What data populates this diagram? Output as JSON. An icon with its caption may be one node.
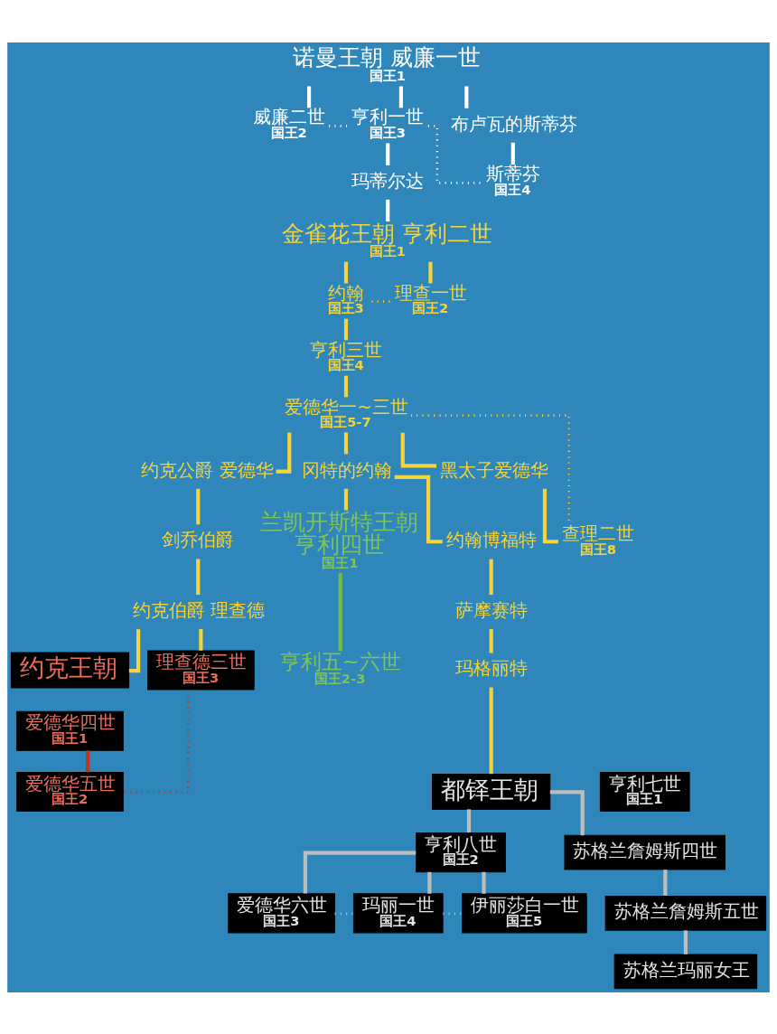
{
  "diagram": {
    "nodes": [
      {
        "text": [
          "诺曼王朝 威廉一世",
          "国王1"
        ]
      },
      {
        "text": [
          "威廉二世",
          "国王2"
        ]
      },
      {
        "text": [
          "亨利一世",
          "国王3"
        ]
      },
      {
        "text": [
          "布卢瓦的斯蒂芬"
        ]
      },
      {
        "text": [
          "玛蒂尔达"
        ]
      },
      {
        "text": [
          "斯蒂芬",
          "国王4"
        ]
      },
      {
        "text": [
          "金雀花王朝 亨利二世",
          "国王1"
        ]
      },
      {
        "text": [
          "约翰",
          "国王3"
        ]
      },
      {
        "text": [
          "理查一世",
          "国王2"
        ]
      },
      {
        "text": [
          "亨利三世",
          "国王4"
        ]
      },
      {
        "text": [
          "爱德华一~三世",
          "国王5-7"
        ]
      },
      {
        "text": [
          "约克公爵 爱德华"
        ]
      },
      {
        "text": [
          "冈特的约翰"
        ]
      },
      {
        "text": [
          "黑太子爱德华"
        ]
      },
      {
        "text": [
          "剑乔伯爵"
        ]
      },
      {
        "text": [
          "兰凯开斯特王朝",
          "亨利四世",
          "国王1"
        ]
      },
      {
        "text": [
          "约翰博福特"
        ]
      },
      {
        "text": [
          "查理二世",
          "国王8"
        ]
      },
      {
        "text": [
          "约克伯爵 理查德"
        ]
      },
      {
        "text": [
          "萨摩赛特"
        ]
      },
      {
        "text": [
          "亨利五~六世",
          "国王2-3"
        ]
      },
      {
        "text": [
          "玛格丽特"
        ]
      },
      {
        "text": [
          "约克王朝"
        ]
      },
      {
        "text": [
          "理查德三世",
          "国王3"
        ]
      },
      {
        "text": [
          "爱德华四世",
          "国王1"
        ]
      },
      {
        "text": [
          "爱德华五世",
          "国王2"
        ]
      },
      {
        "text": [
          "都铎王朝"
        ]
      },
      {
        "text": [
          "亨利七世",
          "国王1"
        ]
      },
      {
        "text": [
          "亨利八世",
          "国王2"
        ]
      },
      {
        "text": [
          "苏格兰詹姆斯四世"
        ]
      },
      {
        "text": [
          "爱德华六世",
          "国王3"
        ]
      },
      {
        "text": [
          "玛丽一世",
          "国王4"
        ]
      },
      {
        "text": [
          "伊丽莎白一世",
          "国王5"
        ]
      },
      {
        "text": [
          "苏格兰詹姆斯五世"
        ]
      },
      {
        "text": [
          "苏格兰玛丽女王"
        ]
      }
    ],
    "edges": [
      {
        "from": 0,
        "to": 1,
        "arrow": "none",
        "color": "#ffffff"
      },
      {
        "from": 0,
        "to": 2,
        "arrow": "none",
        "color": "#ffffff"
      },
      {
        "from": 0,
        "to": 3,
        "arrow": "none",
        "color": "#ffffff"
      },
      {
        "from": 1,
        "to": 2,
        "arrow": "none",
        "style": "dashed",
        "color": "#ffffff"
      },
      {
        "from": 2,
        "to": 5,
        "arrow": "none",
        "style": "dashed",
        "color": "#ffffff"
      },
      {
        "from": 3,
        "to": 5,
        "arrow": "none",
        "color": "#ffffff"
      },
      {
        "from": 2,
        "to": 4,
        "arrow": "none",
        "color": "#ffffff"
      },
      {
        "from": 4,
        "to": 6,
        "arrow": "none",
        "color": "#ffffff"
      },
      {
        "from": 6,
        "to": 7,
        "arrow": "none"
      },
      {
        "from": 6,
        "to": 8,
        "arrow": "none"
      },
      {
        "from": 7,
        "to": 8,
        "arrow": "none",
        "style": "dashed"
      },
      {
        "from": 7,
        "to": 9,
        "arrow": "none"
      },
      {
        "from": 9,
        "to": 10,
        "arrow": "none"
      },
      {
        "from": 10,
        "to": 17,
        "arrow": "none",
        "style": "dashed"
      },
      {
        "from": 10,
        "to": 11,
        "arrow": "none"
      },
      {
        "from": 10,
        "to": 12,
        "arrow": "none"
      },
      {
        "from": 10,
        "to": 13,
        "arrow": "none"
      },
      {
        "from": 11,
        "to": 14,
        "arrow": "none"
      },
      {
        "from": 12,
        "to": 15,
        "arrow": "none"
      },
      {
        "from": 12,
        "to": 16,
        "arrow": "none"
      },
      {
        "from": 13,
        "to": 17,
        "arrow": "none"
      },
      {
        "from": 14,
        "to": 18,
        "arrow": "none"
      },
      {
        "from": 16,
        "to": 19,
        "arrow": "none"
      },
      {
        "from": 15,
        "to": 20,
        "arrow": "none",
        "color": "#6fbf44"
      },
      {
        "from": 19,
        "to": 21,
        "arrow": "none"
      },
      {
        "from": 18,
        "to": 22,
        "arrow": "none"
      },
      {
        "from": 18,
        "to": 23,
        "arrow": "none"
      },
      {
        "from": 24,
        "to": 25,
        "arrow": "none",
        "color": "#c0341d"
      },
      {
        "from": 23,
        "to": 25,
        "arrow": "none",
        "style": "dashed",
        "color": "#c0341d"
      },
      {
        "from": 21,
        "to": 26,
        "arrow": "none"
      },
      {
        "from": 26,
        "to": 28,
        "arrow": "none",
        "color": "#bdbdbd"
      },
      {
        "from": 26,
        "to": 29,
        "arrow": "none",
        "color": "#bdbdbd"
      },
      {
        "from": 28,
        "to": 30,
        "arrow": "none",
        "color": "#bdbdbd"
      },
      {
        "from": 28,
        "to": 31,
        "arrow": "none",
        "color": "#bdbdbd"
      },
      {
        "from": 28,
        "to": 32,
        "arrow": "none",
        "color": "#bdbdbd"
      },
      {
        "from": 30,
        "to": 31,
        "arrow": "none",
        "style": "dashed",
        "color": "#bdbdbd"
      },
      {
        "from": 31,
        "to": 32,
        "arrow": "none",
        "style": "dashed",
        "color": "#bdbdbd"
      },
      {
        "from": 29,
        "to": 33,
        "arrow": "none",
        "color": "#bdbdbd"
      },
      {
        "from": 33,
        "to": 34,
        "arrow": "none",
        "color": "#bdbdbd"
      }
    ]
  }
}
